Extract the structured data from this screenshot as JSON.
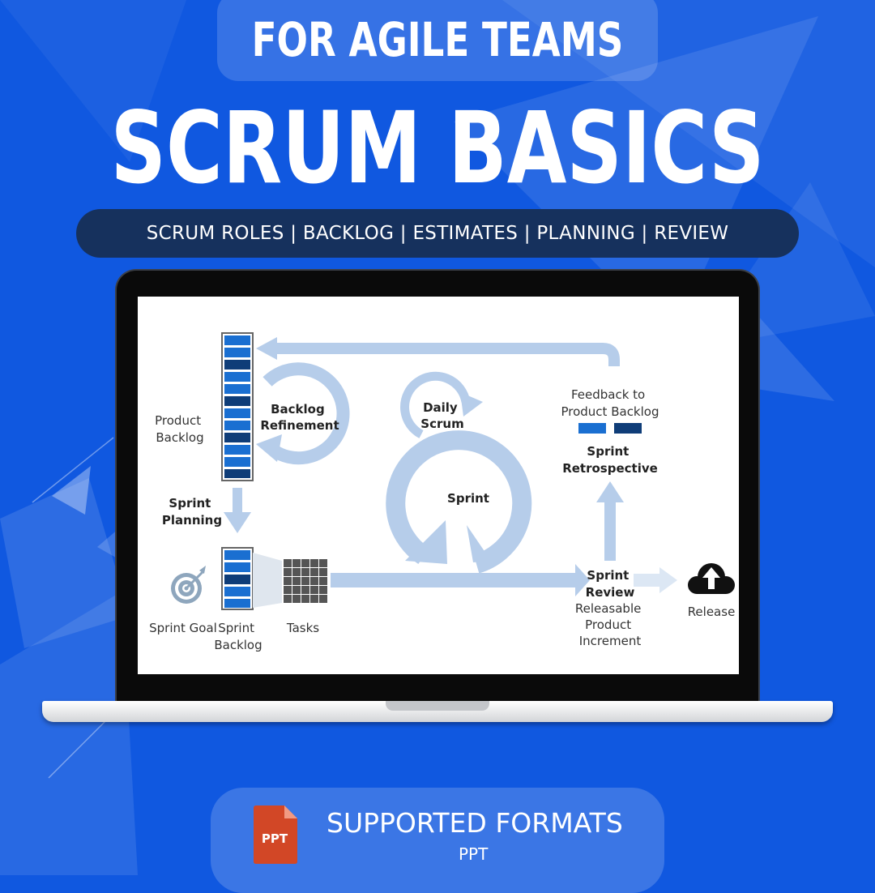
{
  "header": {
    "subtitle": "FOR AGILE TEAMS",
    "title": "SCRUM BASICS",
    "topics": "SCRUM ROLES | BACKLOG | ESTIMATES | PLANNING | REVIEW"
  },
  "diagram": {
    "product_backlog": [
      "Product",
      "Backlog"
    ],
    "backlog_refinement": [
      "Backlog",
      "Refinement"
    ],
    "daily_scrum": [
      "Daily",
      "Scrum"
    ],
    "sprint": "Sprint",
    "feedback": [
      "Feedback to",
      "Product Backlog"
    ],
    "sprint_retrospective": [
      "Sprint",
      "Retrospective"
    ],
    "sprint_planning": [
      "Sprint",
      "Planning"
    ],
    "sprint_goal": "Sprint Goal",
    "sprint_backlog": [
      "Sprint",
      "Backlog"
    ],
    "tasks": "Tasks",
    "sprint_review": [
      "Sprint",
      "Review"
    ],
    "increment": [
      "Releasable",
      "Product",
      "Increment"
    ],
    "release": "Release"
  },
  "footer": {
    "file_icon_label": "PPT",
    "formats_title": "SUPPORTED FORMATS",
    "formats_value": "PPT"
  },
  "colors": {
    "background": "#1058e0",
    "topics_pill": "#16315d",
    "diagram_light": "#b6cdea",
    "backlog_blue": "#1a6fd1",
    "backlog_navy": "#0f3d78",
    "ppt_icon": "#d24726"
  }
}
